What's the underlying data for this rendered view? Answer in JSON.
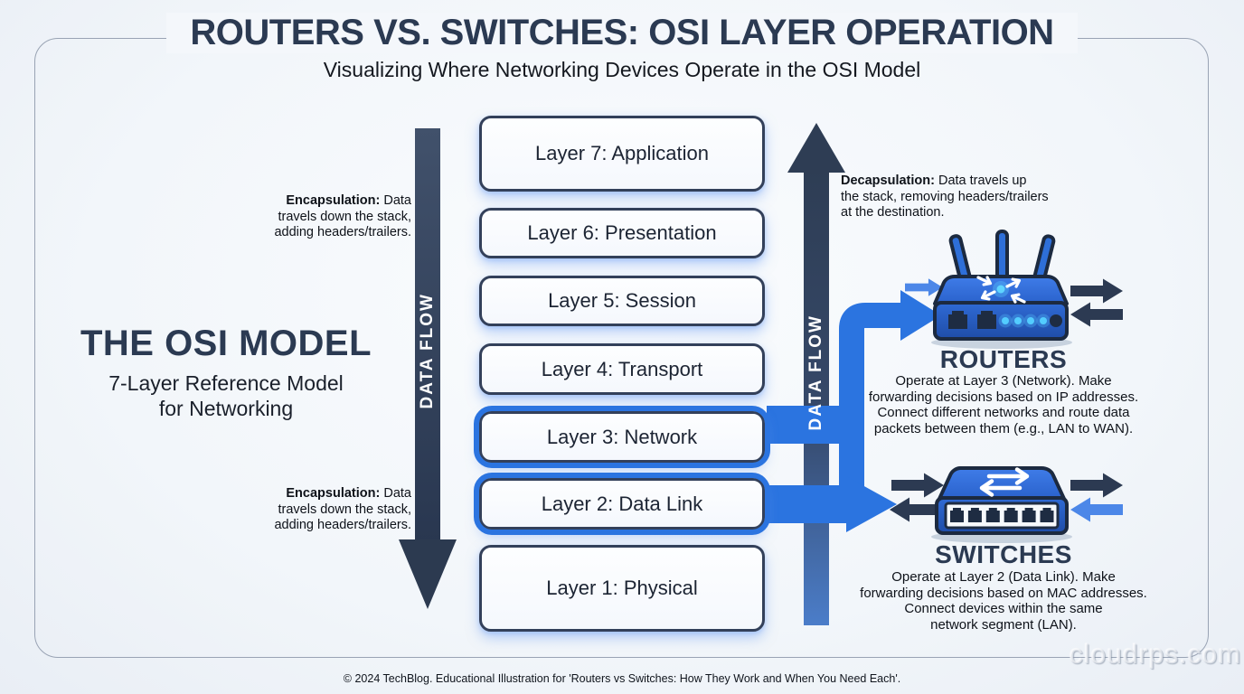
{
  "header": {
    "title": "ROUTERS VS. SWITCHES: OSI LAYER OPERATION",
    "subtitle": "Visualizing Where Networking Devices Operate in the OSI Model"
  },
  "left_panel": {
    "heading": "THE OSI MODEL",
    "subheading": "7-Layer Reference Model\nfor Networking",
    "encapsulation_note_top": {
      "label": "Encapsulation:",
      "text": " Data\ntravels down the stack,\nadding headers/trailers."
    },
    "encapsulation_note_bottom": {
      "label": "Encapsulation:",
      "text": " Data\ntravels down the stack,\nadding headers/trailers."
    }
  },
  "osi_stack": {
    "layers": [
      {
        "label": "Layer 7: Application",
        "highlighted": false
      },
      {
        "label": "Layer 6: Presentation",
        "highlighted": false
      },
      {
        "label": "Layer 5: Session",
        "highlighted": false
      },
      {
        "label": "Layer 4: Transport",
        "highlighted": false
      },
      {
        "label": "Layer 3: Network",
        "highlighted": true
      },
      {
        "label": "Layer 2: Data Link",
        "highlighted": true
      },
      {
        "label": "Layer 1: Physical",
        "highlighted": false
      }
    ]
  },
  "data_flow": {
    "down_label": "DATA FLOW",
    "up_label": "DATA FLOW"
  },
  "right_panel": {
    "decapsulation_note": {
      "label": "Decapsulation:",
      "text": " Data travels up\nthe stack, removing headers/trailers\nat the destination."
    },
    "routers": {
      "heading": "ROUTERS",
      "description": "Operate at Layer 3 (Network). Make\nforwarding decisions based on IP addresses.\nConnect different networks and route data\npackets between them (e.g., LAN to WAN)."
    },
    "switches": {
      "heading": "SWITCHES",
      "description": "Operate at Layer 2 (Data Link). Make\nforwarding decisions based on MAC addresses.\nConnect devices within the same\nnetwork segment (LAN)."
    }
  },
  "footer": {
    "copyright": "© 2024 TechBlog. Educational Illustration for 'Routers vs Switches: How They Work and When You Need Each'."
  },
  "watermark": "cloudrps.com",
  "colors": {
    "dark_navy": "#2b3a52",
    "accent_blue": "#2b74e0",
    "light_blue_arrow": "#4c87e8",
    "led_cyan": "#53ccff"
  }
}
